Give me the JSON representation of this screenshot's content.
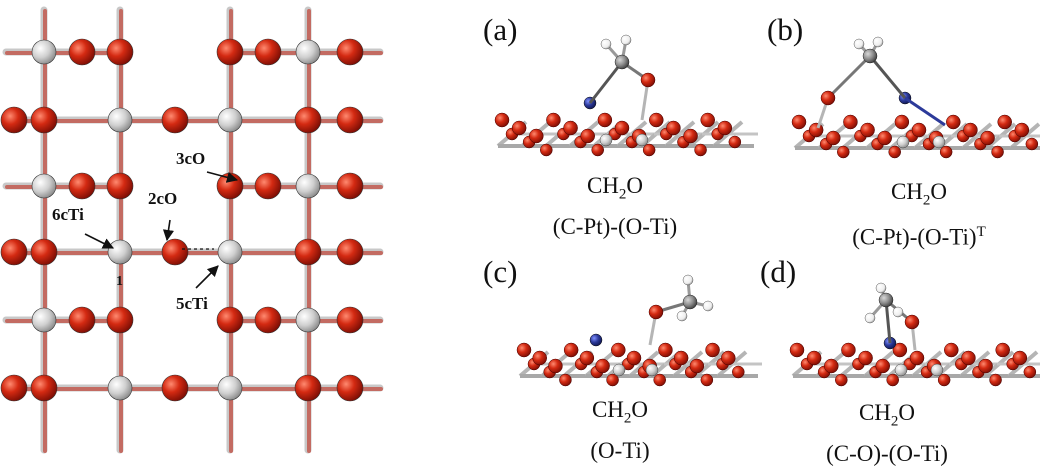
{
  "figure": {
    "site_labels": {
      "three_c_o": "3cO",
      "two_c_o": "2cO",
      "six_c_ti": "6cTi",
      "five_c_ti": "5cTi",
      "small_mark": "1"
    },
    "panels": [
      {
        "letter": "(a)",
        "species": "CH",
        "sub": "2",
        "species_end": "O",
        "mode": "(C-Pt)-(O-Ti)",
        "mode_sup": ""
      },
      {
        "letter": "(b)",
        "species": "CH",
        "sub": "2",
        "species_end": "O",
        "mode": "(C-Pt)-(O-Ti)",
        "mode_sup": "T"
      },
      {
        "letter": "(c)",
        "species": "CH",
        "sub": "2",
        "species_end": "O",
        "mode": "(O-Ti)",
        "mode_sup": ""
      },
      {
        "letter": "(d)",
        "species": "CH",
        "sub": "2",
        "species_end": "O",
        "mode": "(C-O)-(O-Ti)",
        "mode_sup": ""
      }
    ],
    "colors": {
      "oxygen": "#c8200c",
      "titanium": "#c9c9c9",
      "platinum": "#2c3a9a",
      "hydrogen": "#ffffff",
      "carbon": "#7a7a7a"
    }
  }
}
